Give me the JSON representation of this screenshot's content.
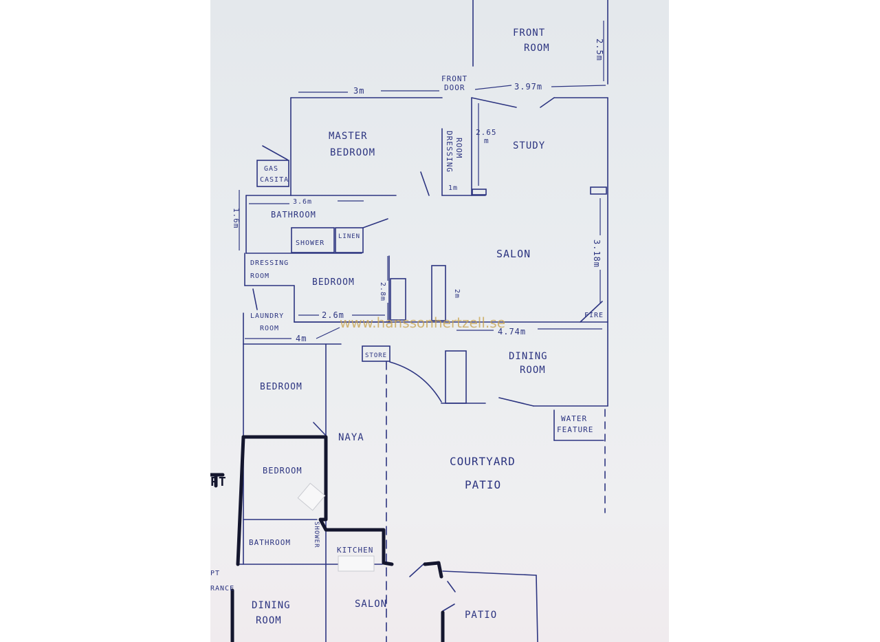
{
  "watermark": "www.hanssonhertzell.se",
  "rooms": {
    "front_room": [
      "FRONT",
      "ROOM"
    ],
    "front_door": [
      "FRONT",
      "DOOR"
    ],
    "master_bedroom": [
      "MASTER",
      "BEDROOM"
    ],
    "dressing_room_vertical": [
      "DRESSING",
      "ROOM"
    ],
    "study": "STUDY",
    "gas_casita": [
      "GAS",
      "CASITA"
    ],
    "bathroom": "BATHROOM",
    "shower": "SHOWER",
    "linen": "LINEN",
    "salon": "SALON",
    "dressing_room": [
      "DRESSING",
      "ROOM"
    ],
    "bedroom_2": "BEDROOM",
    "laundry_room": [
      "LAUNDRY",
      "ROOM"
    ],
    "fire": "FIRE",
    "store": "STORE",
    "dining_room": [
      "DINING",
      "ROOM"
    ],
    "bedroom_3": "BEDROOM",
    "water_feature": [
      "WATER",
      "FEATURE"
    ],
    "naya": "NAYA",
    "courtyard_patio": [
      "COURTYARD",
      "PATIO"
    ],
    "apt_bedroom": "BEDROOM",
    "apt_bathroom": "BATHROOM",
    "apt_shower": "SHOWER",
    "apt_kitchen": "KITCHEN",
    "apt_dining_room": [
      "DINING",
      "ROOM"
    ],
    "apt_salon": "SALON",
    "apt_patio": "PATIO",
    "apt_label": "PT",
    "apt_entrance": [
      "PT",
      "RANCE"
    ]
  },
  "dimensions": {
    "master_width": "3m",
    "study_width": "3.97m",
    "front_room_height": "2.5m",
    "dressing_height": [
      "2.65",
      "m"
    ],
    "dressing_width": "1m",
    "gas_casita_height": "1.6m",
    "bathroom_width": "3.6m",
    "salon_height": "3.18m",
    "bedroom_height": "2.8m",
    "store_height": "2m",
    "bedroom_width": "2.6m",
    "salon_width": "4.74m",
    "bedroom3_width": "4m"
  }
}
